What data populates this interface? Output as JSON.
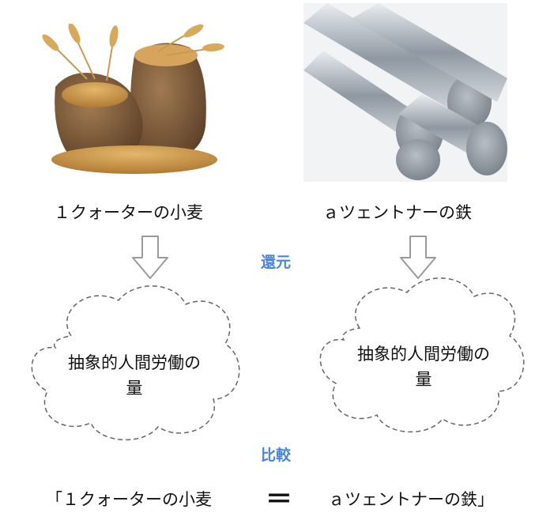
{
  "left": {
    "image": "wheat-sacks-photo",
    "caption": "１クォーターの小麦",
    "cloud_text": [
      "抽象的人間労働の",
      "量"
    ]
  },
  "right": {
    "image": "steel-rods-photo",
    "caption": "ａツェントナーの鉄",
    "cloud_text": [
      "抽象的人間労働の",
      "量"
    ]
  },
  "reduction_label": "還元",
  "comparison_label": "比較",
  "equation": {
    "left": "「１クォーターの小麦",
    "symbol": "＝",
    "right": "ａツェントナーの鉄」"
  },
  "colors": {
    "label_blue": "#4a86d8",
    "arrow_gray": "#9a9a9a",
    "cloud_stroke": "#666666"
  }
}
